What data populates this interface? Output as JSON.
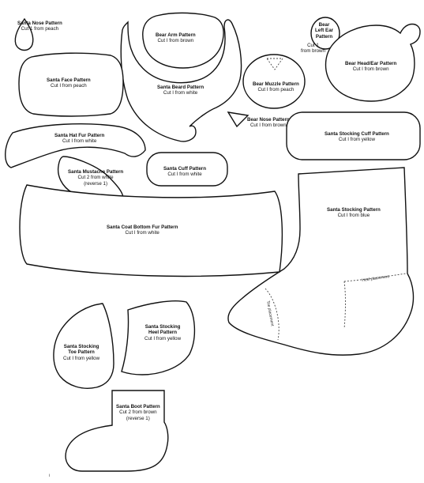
{
  "pieces": {
    "santa_nose": {
      "title": "Santa Nose Pattern",
      "note": "Cut 1 from peach"
    },
    "bear_arm": {
      "title": "Bear Arm Pattern",
      "note": "Cut I from brown"
    },
    "bear_left_ear": {
      "title_lines": [
        "Bear",
        "Left Ear",
        "Pattern"
      ],
      "note_lines": [
        "Cut 1",
        "from brown"
      ]
    },
    "bear_head_ear": {
      "title": "Bear Head/Ear Pattern",
      "note": "Cut I from brown"
    },
    "santa_face": {
      "title": "Santa Face Pattern",
      "note": "Cut I from peach"
    },
    "santa_beard": {
      "title": "Santa Beard Pattern",
      "note": "Cut I from white"
    },
    "bear_muzzle": {
      "title": "Bear Muzzle Pattern",
      "note": "Cut I from peach"
    },
    "bear_nose": {
      "title": "Bear Nose Pattern",
      "note": "Cut I from brown"
    },
    "santa_hat_fur": {
      "title": "Santa Hat Fur Pattern",
      "note": "Cut I from white"
    },
    "santa_stocking_cuff": {
      "title": "Santa Stocking Cuff Pattern",
      "note": "Cut I from yellow"
    },
    "santa_mustache": {
      "title": "Santa Mustache Pattern",
      "note_lines": [
        "Cut 2 from white",
        "(reverse 1)"
      ]
    },
    "santa_cuff": {
      "title": "Santa Cuff Pattern",
      "note": "Cut I from white"
    },
    "santa_stocking": {
      "title": "Santa Stocking Pattern",
      "note": "Cut I from blue",
      "heel_mark": "Heel placement",
      "toe_mark": "Toe placement"
    },
    "santa_coat_bottom_fur": {
      "title": "Santa Coat Bottom Fur Pattern",
      "note": "Cut I from white"
    },
    "santa_stocking_heel": {
      "title_lines": [
        "Santa Stocking",
        "Heel Pattern"
      ],
      "note": "Cut I from yellow"
    },
    "santa_stocking_toe": {
      "title_lines": [
        "Santa Stocking",
        "Toe Pattern"
      ],
      "note": "Cut I from yellow"
    },
    "santa_boot": {
      "title": "Santa Boot Pattern",
      "note_lines": [
        "Cut 2 from brown",
        "(reverse 1)"
      ]
    }
  },
  "footer_mark": "i"
}
